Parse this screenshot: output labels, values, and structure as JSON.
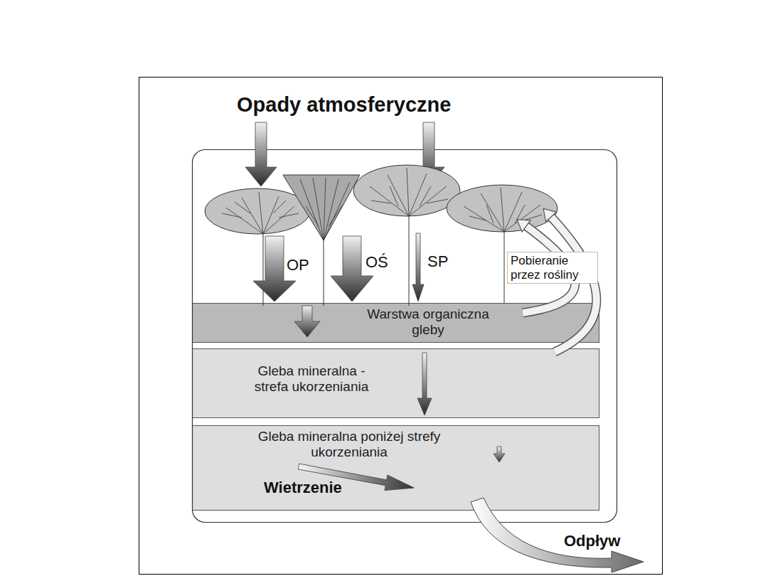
{
  "diagram": {
    "title": "Opady atmosferyczne",
    "nodes": [
      {
        "text": [
          "Warstwa organiczna gleby"
        ]
      },
      {
        "text": [
          "Gleba mineralna - strefa ukorzeniania"
        ]
      },
      {
        "text": [
          "Gleba mineralna poniżej strefy ukorzeniania",
          "Wietrzenie"
        ]
      }
    ],
    "labels": [
      "OP",
      "OŚ",
      "SP",
      "Pobieranie przez rośliny",
      "Odpływ"
    ]
  }
}
